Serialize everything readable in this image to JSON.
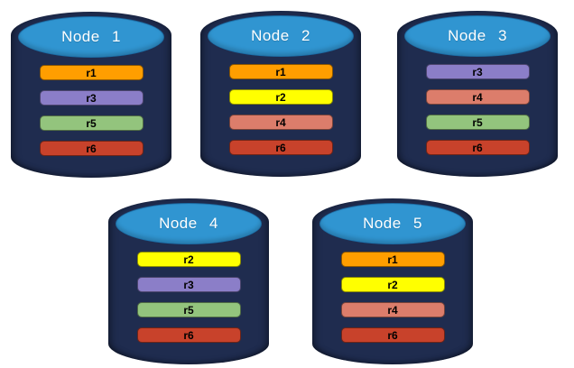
{
  "page": {
    "background": "#FFFFFF"
  },
  "colors": {
    "cylinder_body": "#1F2C4F",
    "cylinder_top": "#3095D1",
    "title_text": "#FFFFFF",
    "bar_text": "#000000",
    "replicas": {
      "r1": "#FF9E00",
      "r2": "#FFFF00",
      "r3": "#8B7EC8",
      "r4": "#DC7D6B",
      "r5": "#93C47D",
      "r6": "#C8422B"
    }
  },
  "nodes": [
    {
      "label": "Node 1",
      "replicas": [
        "r1",
        "r3",
        "r5",
        "r6"
      ]
    },
    {
      "label": "Node 2",
      "replicas": [
        "r1",
        "r2",
        "r4",
        "r6"
      ]
    },
    {
      "label": "Node 3",
      "replicas": [
        "r3",
        "r4",
        "r5",
        "r6"
      ]
    },
    {
      "label": "Node 4",
      "replicas": [
        "r2",
        "r3",
        "r5",
        "r6"
      ]
    },
    {
      "label": "Node 5",
      "replicas": [
        "r1",
        "r2",
        "r4",
        "r6"
      ]
    }
  ]
}
